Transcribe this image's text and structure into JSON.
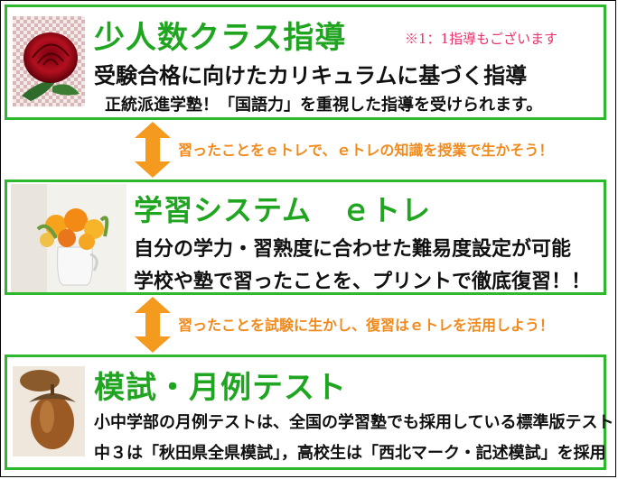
{
  "section1": {
    "title": "少人数クラス指導",
    "note": "※1：1指導もございます",
    "line1": "受験合格に向けたカリキュラムに基づく指導",
    "line2": "正統派進学塾！「国語力」を重視した指導を受けられます。",
    "icon": "rose-photo"
  },
  "connector1": {
    "text": "習ったことをｅトレで、ｅトレの知識を授業で生かそう！",
    "color": "#f18a1d"
  },
  "section2": {
    "title": "学習システム　ｅトレ",
    "line1": "自分の学力・習熟度に合わせた難易度設定が可能",
    "line2": "学校や塾で習ったことを、プリントで徹底復習！！",
    "icon": "flowers-photo"
  },
  "connector2": {
    "text": "習ったことを試験に生かし、復習はｅトレを活用しよう！",
    "color": "#f18a1d"
  },
  "section3": {
    "title": "模試・月例テスト",
    "line1": "小中学部の月例テストは、全国の学習塾でも採用している標準版テスト",
    "line2": "中３は「秋田県全県模試」，高校生は「西北マーク・記述模試」を採用",
    "icon": "acorn-photo"
  },
  "colors": {
    "border": "#2db82d",
    "title": "#1fa51f",
    "note": "#e8336b",
    "accent": "#f18a1d"
  }
}
